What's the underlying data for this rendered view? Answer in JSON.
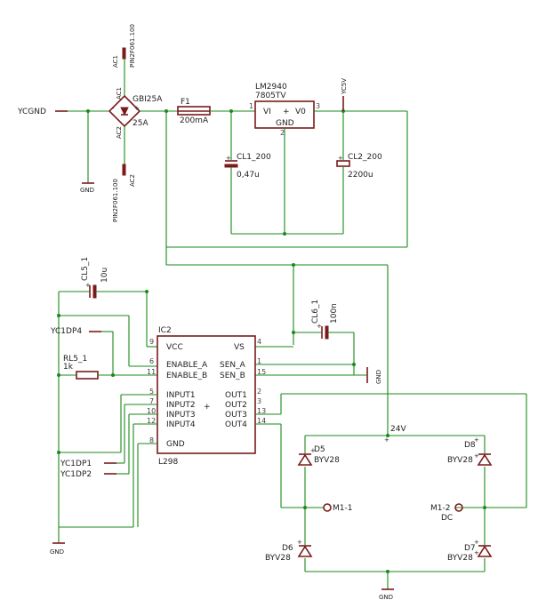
{
  "colors": {
    "wire": "#1a8a1a",
    "component": "#7a1a1a",
    "text": "#222222"
  },
  "labels": {
    "ycgnd": "YCGND",
    "gnd": "GND",
    "ac1": "AC1",
    "ac2": "AC2",
    "pin_top": "PIN2F061.100",
    "pin_bot": "PIN2F061.100",
    "bridge_name": "GBI25A",
    "bridge_val": "25A",
    "bridge_ac1": "AC1",
    "bridge_ac2": "AC2",
    "fuse_name": "F1",
    "fuse_val": "200mA",
    "reg_name": "LM2940",
    "reg_val": "7805TV",
    "reg_vi": "VI",
    "reg_vo": "V0",
    "reg_gnd": "GND",
    "yc5v": "YC5V",
    "cl1": "CL1_200",
    "cl1_val": "0,47u",
    "cl2": "CL2_200",
    "cl2_val": "2200u",
    "cl5": "CL5_1",
    "cl5_val": "10u",
    "cl6": "CL6_1",
    "cl6_val": "100n",
    "rl5": "RL5_1",
    "rl5_val": "1k",
    "yc1dp4": "YC1DP4",
    "yc1dp1": "YC1DP1",
    "yc1dp2": "YC1DP2",
    "ic_name": "IC2",
    "ic_part": "L298",
    "v24": "24V",
    "d5": "D5",
    "d6": "D6",
    "d7": "D7",
    "d8": "D8",
    "diode_part": "BYV28",
    "m1_1": "M1-1",
    "m1_2": "M1-2",
    "dc": "DC",
    "pin1": "1",
    "pin2": "2",
    "pin3": "3",
    "pin4": "4",
    "pin13": "13",
    "pin14": "14",
    "pin15": "15",
    "pin5": "5",
    "pin7": "7",
    "pin10": "10",
    "pin12": "12",
    "pin6": "6",
    "pin11": "11",
    "pin8": "8",
    "pin9": "9",
    "plus": "+",
    "minus": "-"
  },
  "ic_pins": {
    "vcc": "VCC",
    "vs": "VS",
    "ena": "ENABLE_A",
    "enb": "ENABLE_B",
    "sena": "SEN_A",
    "senb": "SEN_B",
    "in1": "INPUT1",
    "in2": "INPUT2",
    "in3": "INPUT3",
    "in4": "INPUT4",
    "out1": "OUT1",
    "out2": "OUT2",
    "out3": "OUT3",
    "out4": "OUT4",
    "gnd": "GND"
  }
}
